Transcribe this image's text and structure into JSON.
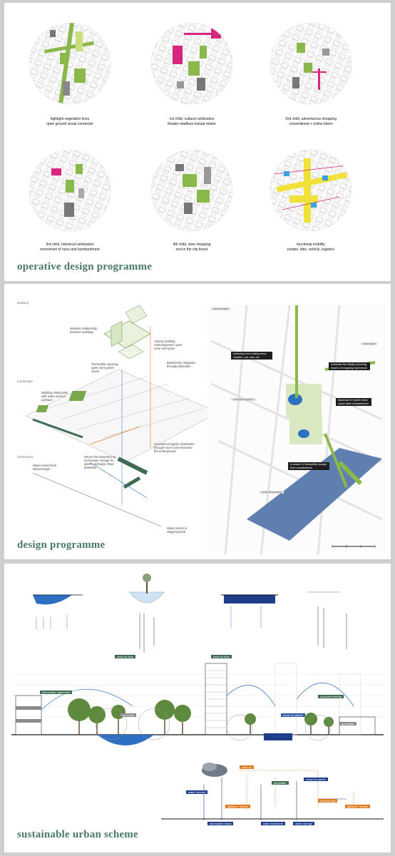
{
  "section1": {
    "title": "operative design programme",
    "items": [
      {
        "line1": "highlight vegetation lines",
        "line2": "open ground visual connector"
      },
      {
        "line1": "1st child, cultural celebration",
        "line2": "theater-stadhuis mutual relator"
      },
      {
        "line1": "2nd child, adventurous shopping",
        "line2": "conventional + online totem"
      },
      {
        "line1": "3rd child, historical celebration",
        "line2": "monument of ruins and bombardment"
      },
      {
        "line1": "4th child, slow shopping",
        "line2": "rest in the city forest"
      },
      {
        "line1": "functional mobility",
        "line2": "people, bike, vehicle, logistics"
      }
    ]
  },
  "section2": {
    "title": "design programme",
    "layers": [
      "Building",
      "Landscape",
      "Subsurface"
    ],
    "axo_labels": [
      "Maintain relationship between buildings",
      "Various building redevelopment: open more soil space",
      "Biodiversity mitigation through plantation",
      "Permeable repaving, open more green space",
      "Building relationship with water pond in Lijnbaan",
      "Centralised logistic distribution through reuse and reconnect the underground",
      "Reuse the basement as stormwater storage for plants, recharge, flood detention",
      "Water tunnel from Westersingel",
      "Water tunnel in Stagersgracht"
    ],
    "plan_callouts": [
      "cohesing trees trading lines, creation, old, new, etc",
      "celebrate the hilarity surviving hearts of shopping experience",
      "dispersal to rhythm rotes visual after bombardment",
      "in search of tranquillity escape from crowdedness"
    ],
    "plan_streets": [
      "westersingel",
      "coolsingel",
      "schouwburgplein",
      "oude binnenweg"
    ]
  },
  "section3": {
    "title": "sustainable urban scheme",
    "section_tags": [
      {
        "text": "stormwater catchment",
        "color": "#3e6b52"
      },
      {
        "text": "solar pv farm",
        "color": "#3e6b52"
      },
      {
        "text": "solar pv farm",
        "color": "#3e6b52"
      },
      {
        "text": "reuse for plants",
        "color": "#2d5aa0"
      },
      {
        "text": "compost brewing",
        "color": "#3e6b52"
      },
      {
        "text": "city forest",
        "color": "#8a8a8a"
      },
      {
        "text": "greywater",
        "color": "#8a8a8a"
      }
    ],
    "flow_tags": [
      {
        "text": "solar pv",
        "color": "#e07b22"
      },
      {
        "text": "water harvest",
        "color": "#1f3e8a"
      },
      {
        "text": "greywater",
        "color": "#3e6b52"
      },
      {
        "text": "reuse for plants",
        "color": "#1f3e8a"
      },
      {
        "text": "lighting + sensor",
        "color": "#e07b22"
      },
      {
        "text": "stormwater basin",
        "color": "#1f3e8a"
      },
      {
        "text": "water treatment",
        "color": "#1f3e8a"
      },
      {
        "text": "water storage",
        "color": "#1f3e8a"
      },
      {
        "text": "smart board",
        "color": "#e07b22"
      },
      {
        "text": "lighting + sensor",
        "color": "#e07b22"
      }
    ]
  },
  "colors": {
    "accent_green": "#4a7a63",
    "vegetation": "#8ab84a",
    "magenta": "#d8267f",
    "mobility_yellow": "#f0e23a",
    "water_blue": "#2d6fc2",
    "orange": "#e07b22"
  }
}
